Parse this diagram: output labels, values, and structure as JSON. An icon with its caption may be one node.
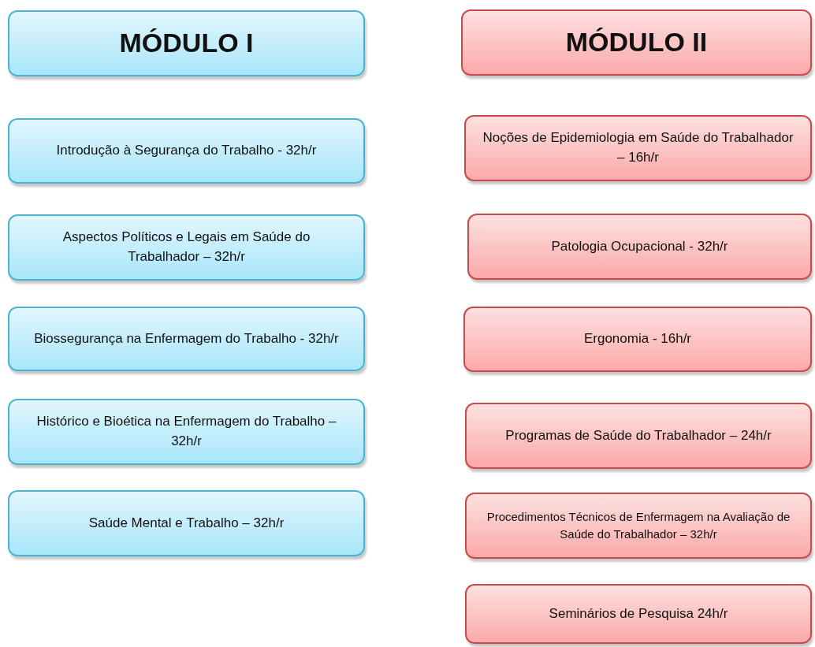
{
  "diagram": {
    "nodes": [
      {
        "text": [
          "MÓDULO I"
        ]
      },
      {
        "text": [
          "Introdução à Segurança do Trabalho - 32h/r"
        ]
      },
      {
        "text": [
          "Aspectos Políticos e Legais em Saúde do Trabalhador – 32h/r"
        ]
      },
      {
        "text": [
          "Biossegurança na Enfermagem do Trabalho - 32h/r"
        ]
      },
      {
        "text": [
          "Histórico e Bioética na Enfermagem do Trabalho – 32h/r"
        ]
      },
      {
        "text": [
          "Saúde Mental e Trabalho – 32h/r"
        ]
      },
      {
        "text": [
          "MÓDULO II"
        ]
      },
      {
        "text": [
          "Noções de Epidemiologia em Saúde do Trabalhador – 16h/r"
        ]
      },
      {
        "text": [
          "Patologia Ocupacional - 32h/r"
        ]
      },
      {
        "text": [
          "Ergonomia - 16h/r"
        ]
      },
      {
        "text": [
          "Programas de Saúde do Trabalhador – 24h/r"
        ]
      },
      {
        "text": [
          "Procedimentos Técnicos de Enfermagem na Avaliação de Saúde do Trabalhador – 32h/r"
        ]
      },
      {
        "text": [
          "Seminários de Pesquisa 24h/r"
        ]
      }
    ]
  }
}
